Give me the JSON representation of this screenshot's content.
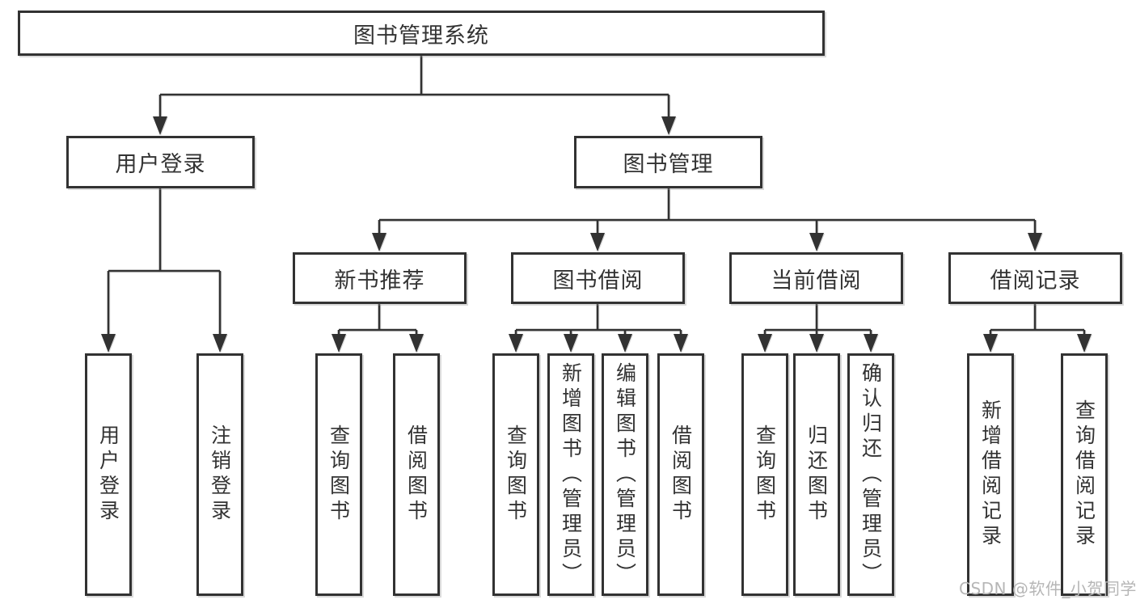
{
  "tree": {
    "root": "图书管理系统",
    "children": [
      {
        "label": "用户登录",
        "children": [
          "用户登录",
          "注销登录"
        ]
      },
      {
        "label": "图书管理",
        "children": [
          {
            "label": "新书推荐",
            "children": [
              "查询图书",
              "借阅图书"
            ]
          },
          {
            "label": "图书借阅",
            "children": [
              "查询图书",
              "新增图书（管理员）",
              "编辑图书（管理员）",
              "借阅图书"
            ]
          },
          {
            "label": "当前借阅",
            "children": [
              "查询图书",
              "归还图书",
              "确认归还（管理员）"
            ]
          },
          {
            "label": "借阅记录",
            "children": [
              "新增借阅记录",
              "查询借阅记录"
            ]
          }
        ]
      }
    ]
  },
  "watermark": {
    "text": "CSDN @软件_小贺同学",
    "color": "#b6b6b6"
  },
  "colors": {
    "line": "#323232",
    "box_border": "#323232",
    "text": "#333333",
    "background": "#ffffff"
  }
}
